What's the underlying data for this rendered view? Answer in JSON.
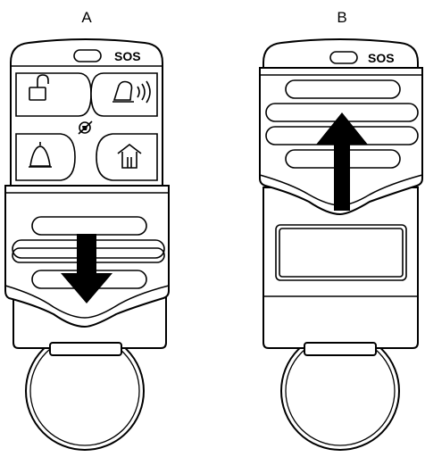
{
  "panels": [
    {
      "label": "A",
      "sos_label": "SOS",
      "arrow_direction": "down"
    },
    {
      "label": "B",
      "sos_label": "SOS",
      "arrow_direction": "up"
    }
  ],
  "colors": {
    "ink": "#000000",
    "body": "#ffffff",
    "arrow": "#000000"
  },
  "icons": [
    "unlock-icon",
    "siren-icon",
    "no-sound-icon",
    "bell-icon",
    "home-icon"
  ]
}
